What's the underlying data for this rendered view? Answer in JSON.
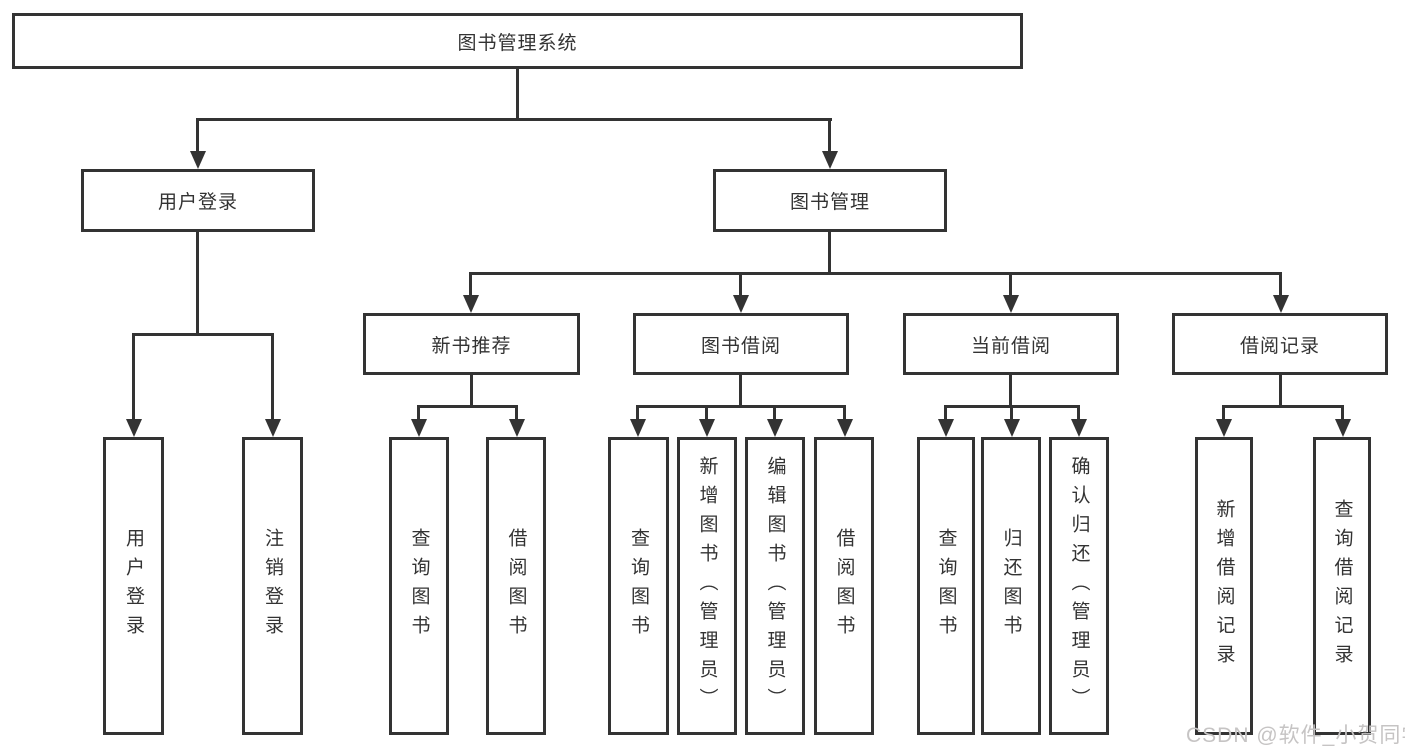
{
  "diagram_title": "图书管理系统",
  "tree": {
    "root": {
      "label": "图书管理系统"
    },
    "branches": [
      {
        "label": "用户登录",
        "children": [
          {
            "label": "用户登录"
          },
          {
            "label": "注销登录"
          }
        ]
      },
      {
        "label": "图书管理",
        "children": [
          {
            "label": "新书推荐",
            "children": [
              {
                "label": "查询图书"
              },
              {
                "label": "借阅图书"
              }
            ]
          },
          {
            "label": "图书借阅",
            "children": [
              {
                "label": "查询图书"
              },
              {
                "label": "新增图书（管理员）"
              },
              {
                "label": "编辑图书（管理员）"
              },
              {
                "label": "借阅图书"
              }
            ]
          },
          {
            "label": "当前借阅",
            "children": [
              {
                "label": "查询图书"
              },
              {
                "label": "归还图书"
              },
              {
                "label": "确认归还（管理员）"
              }
            ]
          },
          {
            "label": "借阅记录",
            "children": [
              {
                "label": "新增借阅记录"
              },
              {
                "label": "查询借阅记录"
              }
            ]
          }
        ]
      }
    ]
  },
  "watermark": {
    "text": "CSDN @软件_小贺同学"
  },
  "colors": {
    "line": "#333333",
    "box_border": "#333333",
    "box_fill": "#ffffff",
    "text": "#333333",
    "watermark": "#c6c4c4",
    "background": "#ffffff"
  }
}
